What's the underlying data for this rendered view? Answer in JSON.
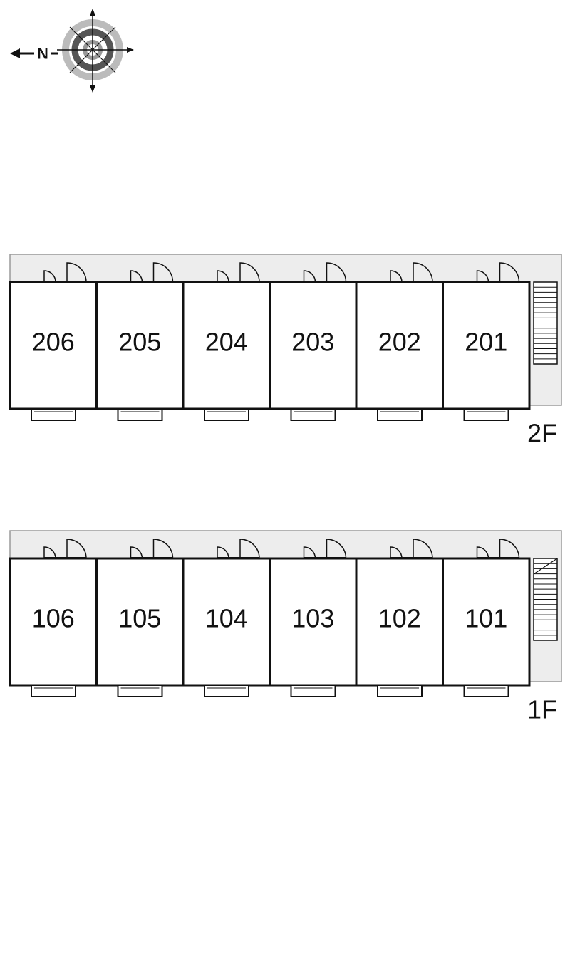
{
  "compass": {
    "north_label": "N",
    "icon": "compass-rose-icon"
  },
  "floors": [
    {
      "id": "2f",
      "label": "2F",
      "units": [
        "206",
        "205",
        "204",
        "203",
        "202",
        "201"
      ]
    },
    {
      "id": "1f",
      "label": "1F",
      "units": [
        "106",
        "105",
        "104",
        "103",
        "102",
        "101"
      ]
    }
  ],
  "colors": {
    "walls": "#111111",
    "corridor_fill": "#ededed",
    "corridor_edge": "#9a9a9a",
    "compass_outer": "#bbbbbb",
    "compass_inner": "#555555"
  }
}
